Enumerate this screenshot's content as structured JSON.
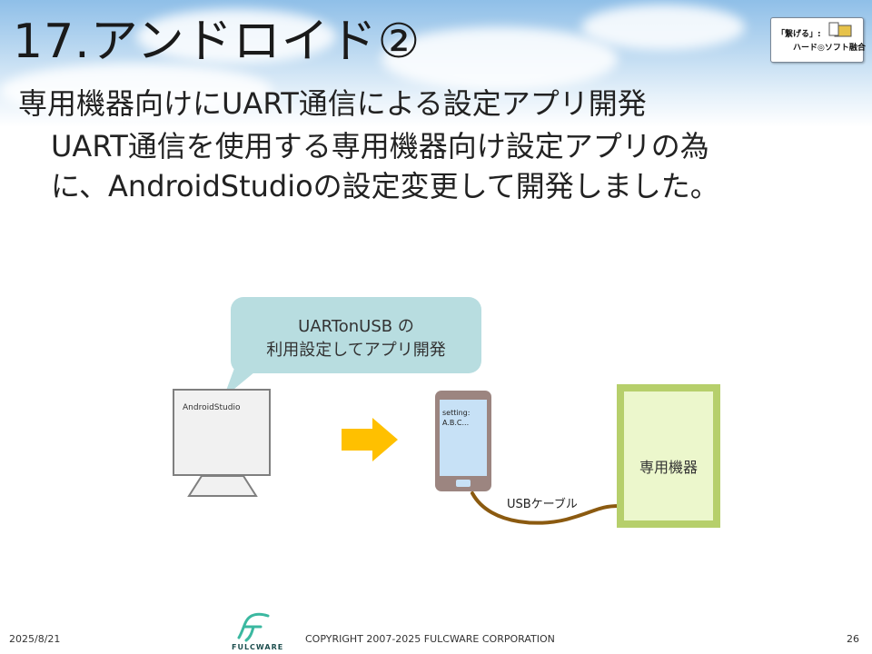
{
  "slide": {
    "title": "17.アンドロイド②",
    "bullet": "専用機器向けにUART通信による設定アプリ開発",
    "sub_lines": [
      "UART通信を使用する専用機器向け設定アプリの為",
      "に、AndroidStudioの設定変更して開発しました。"
    ]
  },
  "logo": {
    "line1": "「繋げる」:",
    "line2": "ハード◎ソフト融合"
  },
  "diagram": {
    "bubble_lines": [
      "UARTonUSB の",
      "利用設定してアプリ開発"
    ],
    "monitor_label": "AndroidStudio",
    "phone_lines": [
      "setting:",
      "A.B.C..."
    ],
    "device_label": "専用機器",
    "cable_label": "USBケーブル",
    "colors": {
      "bubble": "#b8dde0",
      "arrow": "#ffc000",
      "device_border": "#b6cf6b",
      "device_fill": "#ecf7cc",
      "cable": "#8b5a10"
    }
  },
  "footer": {
    "date": "2025/8/21",
    "company_logo": "FULCWARE",
    "copyright": "COPYRIGHT 2007-2025 FULCWARE CORPORATION",
    "page": "26"
  }
}
